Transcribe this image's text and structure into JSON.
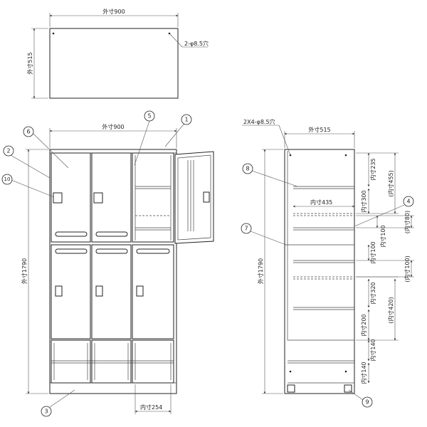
{
  "top_view": {
    "width_label": "外寸900",
    "depth_label": "外寸515",
    "hole_label": "2-φ8.5穴"
  },
  "front_view": {
    "width_label": "外寸900",
    "height_label": "外寸1790",
    "inner_width_label": "内寸254"
  },
  "side_view": {
    "width_label": "外寸515",
    "hole_label": "2X4-φ8.5穴",
    "height_label": "外寸1790",
    "inner_depth_label": "内寸435",
    "dims": {
      "d235": "内寸235",
      "d455": "(内寸455)",
      "d300": "内寸300",
      "d80": "(内寸80)",
      "d100a": "内寸100",
      "d100b": "内寸100",
      "d100c": "(内寸100)",
      "d320": "内寸320",
      "d420": "(内寸420)",
      "d200": "内寸200",
      "d140a": "内寸140",
      "d140b": "内寸140"
    }
  },
  "callouts": {
    "c1": "1",
    "c2": "2",
    "c3": "3",
    "c4": "4",
    "c5": "5",
    "c6": "6",
    "c7": "7",
    "c8": "8",
    "c9": "9",
    "c10": "10"
  }
}
